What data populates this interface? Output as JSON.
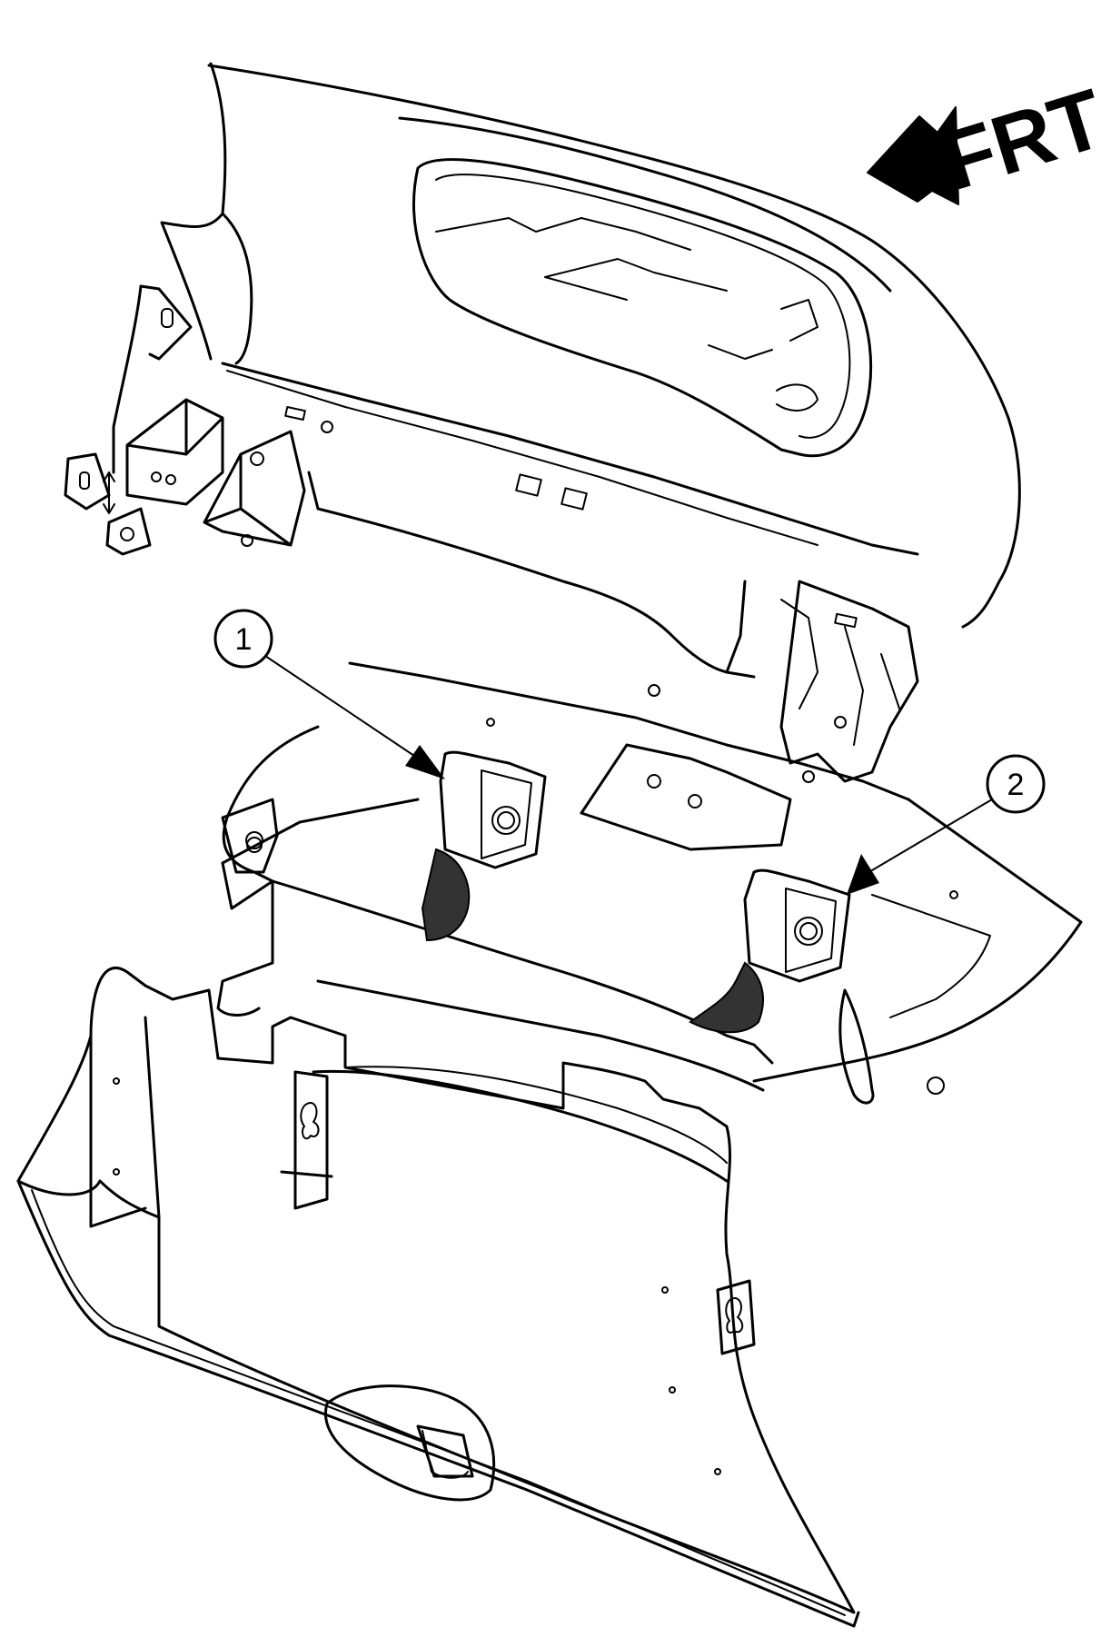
{
  "direction_label": "FRT",
  "callouts": [
    {
      "number": "1"
    },
    {
      "number": "2"
    }
  ]
}
